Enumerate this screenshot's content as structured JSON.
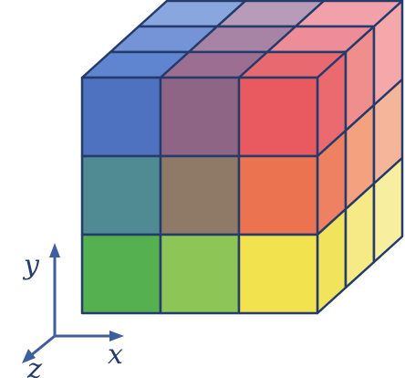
{
  "figure": {
    "description_free": true,
    "cube_dimensions": [
      3,
      3,
      3
    ],
    "front_face_colors": [
      [
        "#4e72c0",
        "#8f6585",
        "#e85a5f"
      ],
      [
        "#508a92",
        "#8f7a68",
        "#ec7350"
      ],
      [
        "#55b14f",
        "#8ec557",
        "#f1e24e"
      ]
    ],
    "top_face_colors": [
      [
        "#8aa6df",
        "#b79bb9",
        "#f2a1aa"
      ],
      [
        "#7594d8",
        "#a784a6",
        "#ee8d97"
      ],
      [
        "#5f84d0",
        "#9c6f92",
        "#e86a70"
      ]
    ],
    "side_face_colors": [
      [
        "#ea6a70",
        "#f08d8d",
        "#f4a8a9"
      ],
      [
        "#ee8162",
        "#f3a17e",
        "#f5b59a"
      ],
      [
        "#f2e35c",
        "#f5ea86",
        "#f7ee9f"
      ]
    ],
    "edge_color": "#243b6b",
    "axes": {
      "x_label": "x",
      "y_label": "y",
      "z_label": "z",
      "color": "#3e5f9b"
    }
  }
}
